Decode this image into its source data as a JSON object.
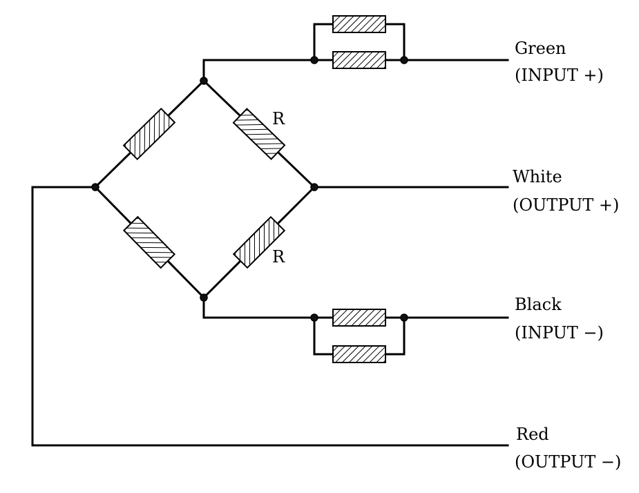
{
  "terminals": [
    {
      "color": "Green",
      "signal": "(INPUT +)"
    },
    {
      "color": "White",
      "signal": "(OUTPUT +)"
    },
    {
      "color": "Black",
      "signal": "(INPUT −)"
    },
    {
      "color": "Red",
      "signal": "(OUTPUT −)"
    }
  ],
  "resistor_labels": {
    "upper_right_arm": "R",
    "lower_right_arm": "R"
  }
}
